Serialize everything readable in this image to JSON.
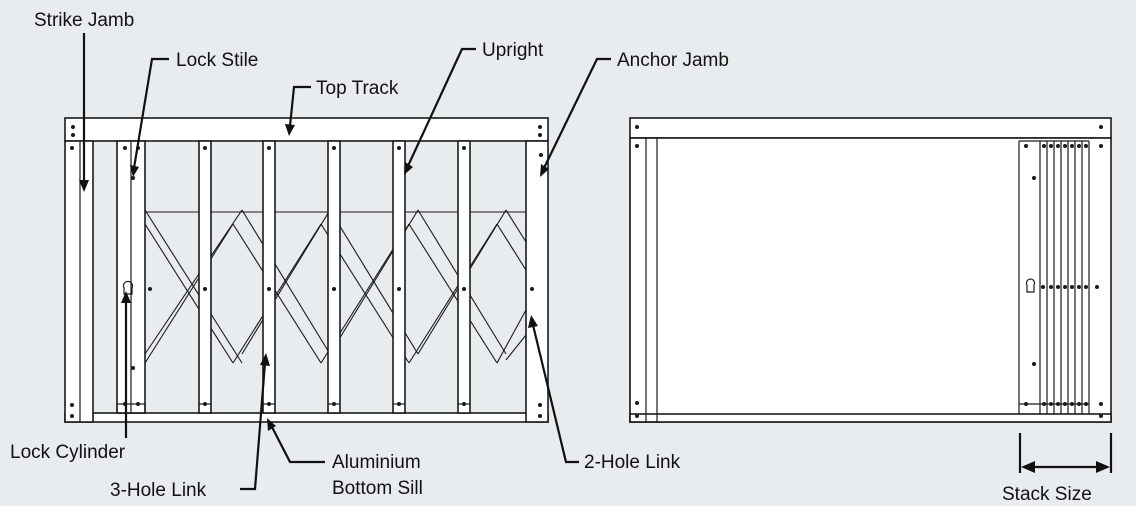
{
  "labels": {
    "strike_jamb": "Strike Jamb",
    "lock_stile": "Lock Stile",
    "top_track": "Top Track",
    "upright": "Upright",
    "anchor_jamb": "Anchor Jamb",
    "lock_cylinder": "Lock Cylinder",
    "three_hole_link": "3-Hole Link",
    "aluminium_bottom_sill_line1": "Aluminium",
    "aluminium_bottom_sill_line2": "Bottom Sill",
    "two_hole_link": "2-Hole Link",
    "stack_size": "Stack Size"
  },
  "colors": {
    "background": "#e8ecef",
    "line": "#1a1a1a",
    "panel": "#ffffff"
  }
}
